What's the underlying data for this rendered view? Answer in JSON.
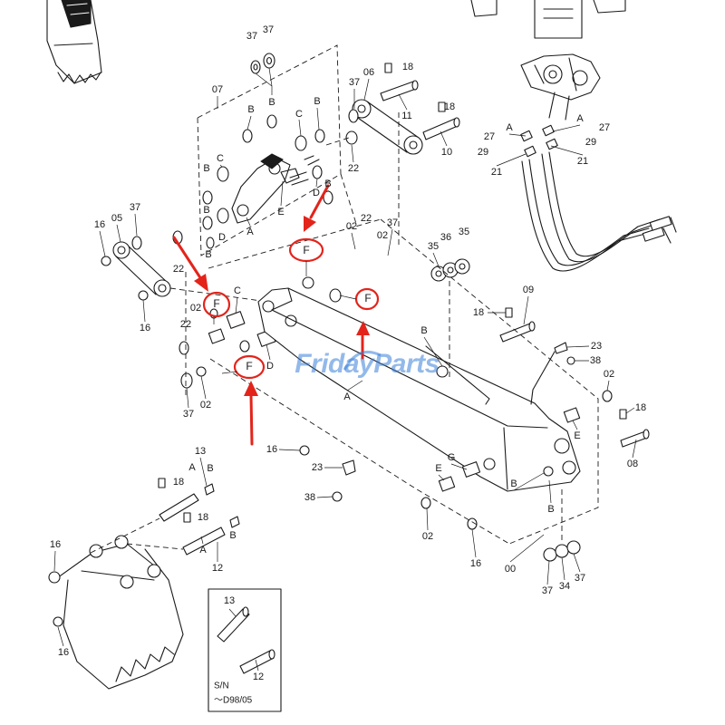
{
  "diagram": {
    "callouts": [
      "37",
      "37",
      "07",
      "37",
      "06",
      "18",
      "11",
      "18",
      "10",
      "B",
      "B",
      "C",
      "B",
      "22",
      "C",
      "B",
      "B",
      "D",
      "A",
      "E",
      "D",
      "B",
      "B",
      "37",
      "05",
      "16",
      "22",
      "16",
      "02",
      "C",
      "22",
      "D",
      "02",
      "37",
      "02",
      "22",
      "37",
      "02",
      "35",
      "36",
      "35",
      "09",
      "18",
      "B",
      "23",
      "38",
      "02",
      "A",
      "18",
      "E",
      "08",
      "16",
      "23",
      "G",
      "E",
      "B",
      "B",
      "38",
      "02",
      "13",
      "A",
      "B",
      "18",
      "18",
      "A",
      "B",
      "12",
      "16",
      "16",
      "16",
      "00",
      "37",
      "34",
      "37",
      "A",
      "A",
      "27",
      "27",
      "29",
      "29",
      "21",
      "21"
    ],
    "circled_markers": [
      "F",
      "F",
      "F",
      "F"
    ],
    "inset": {
      "part_upper": "13",
      "part_lower": "12",
      "serial_label": "S/N",
      "serial_range": "～D98/05"
    },
    "watermark": "FridayParts"
  },
  "colors": {
    "ink": "#1a1a1a",
    "highlight": "#e3241b",
    "watermark": "#3b7fd9"
  }
}
